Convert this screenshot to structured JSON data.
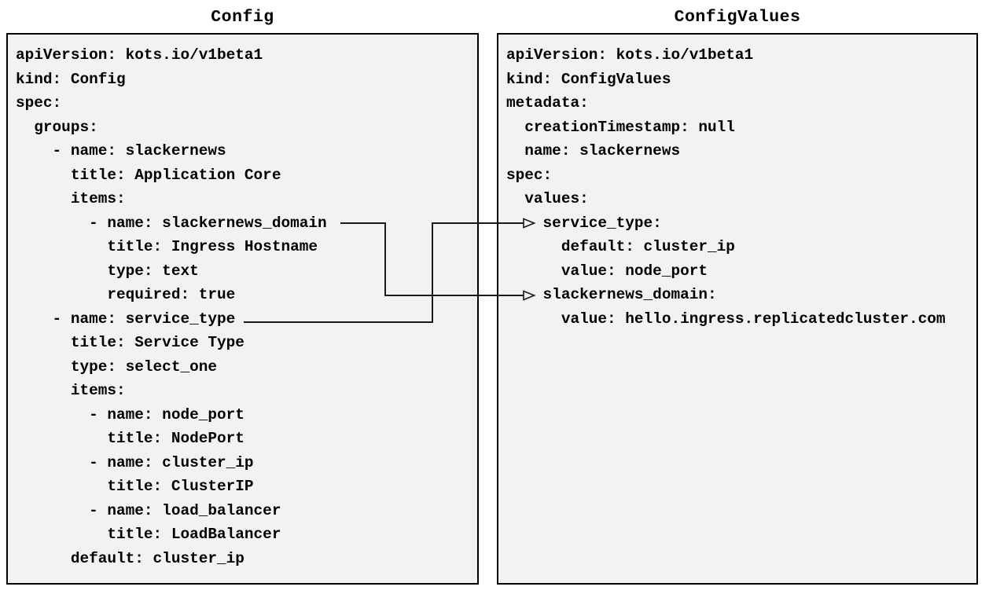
{
  "colors": {
    "page_bg": "#ffffff",
    "panel_bg": "#f2f2f2",
    "panel_border": "#000000",
    "text": "#000000",
    "connector": "#1a1a1a"
  },
  "left_panel": {
    "title": "Config",
    "yaml_lines": [
      "apiVersion: kots.io/v1beta1",
      "kind: Config",
      "spec:",
      "  groups:",
      "    - name: slackernews",
      "      title: Application Core",
      "      items:",
      "        - name: slackernews_domain",
      "          title: Ingress Hostname",
      "          type: text",
      "          required: true",
      "    - name: service_type",
      "      title: Service Type",
      "      type: select_one",
      "      items:",
      "        - name: node_port",
      "          title: NodePort",
      "        - name: cluster_ip",
      "          title: ClusterIP",
      "        - name: load_balancer",
      "          title: LoadBalancer",
      "      default: cluster_ip"
    ]
  },
  "right_panel": {
    "title": "ConfigValues",
    "yaml_lines": [
      "apiVersion: kots.io/v1beta1",
      "kind: ConfigValues",
      "metadata:",
      "  creationTimestamp: null",
      "  name: slackernews",
      "spec:",
      "  values:",
      "    service_type:",
      "      default: cluster_ip",
      "      value: node_port",
      "    slackernews_domain:",
      "      value: hello.ingress.replicatedcluster.com"
    ]
  },
  "connections": [
    {
      "from": "Config item name: slackernews_domain",
      "to": "ConfigValues spec.values.slackernews_domain"
    },
    {
      "from": "Config item name: service_type",
      "to": "ConfigValues spec.values.service_type"
    }
  ]
}
